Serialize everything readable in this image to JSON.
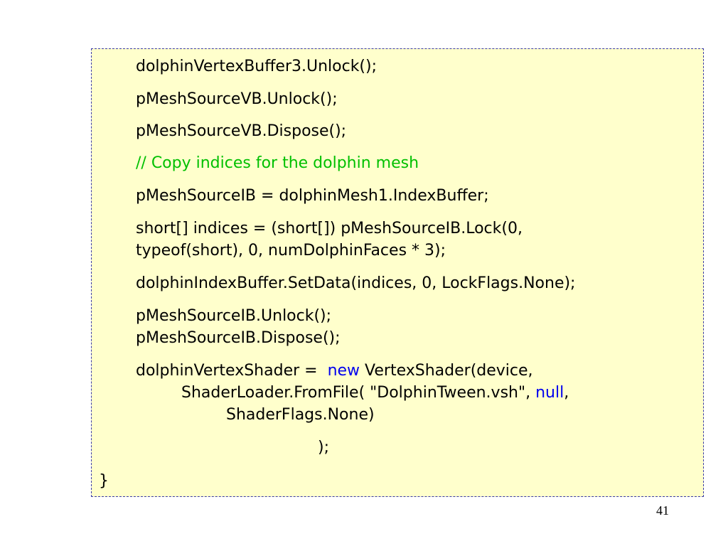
{
  "code": {
    "line1": "dolphinVertexBuffer3.Unlock();",
    "line2": "pMeshSourceVB.Unlock();",
    "line3": "pMeshSourceVB.Dispose();",
    "comment": "// Copy indices for the dolphin mesh",
    "line5": "pMeshSourceIB = dolphinMesh1.IndexBuffer;",
    "line6a": "short[] indices = (short[]) pMeshSourceIB.Lock(0,",
    "line6b": "typeof(short), 0, numDolphinFaces * 3);",
    "line7": "dolphinIndexBuffer.SetData(indices, 0, LockFlags.None);",
    "line8a": "pMeshSourceIB.Unlock();",
    "line8b": "pMeshSourceIB.Dispose();",
    "line9a_pre": "dolphinVertexShader = ",
    "kw_new": "new",
    "line9a_post": " VertexShader(device,",
    "line9b_pre": "ShaderLoader.FromFile( \"DolphinTween.vsh\", ",
    "kw_null": "null",
    "line9b_post": ",",
    "line9c": "ShaderFlags.None)",
    "line9d": ");",
    "closing_brace": "}"
  },
  "page_number": "41",
  "colors": {
    "background": "#ffffcc",
    "keyword": "#0000ee",
    "comment": "#00c000",
    "border": "#3a3aa8"
  }
}
